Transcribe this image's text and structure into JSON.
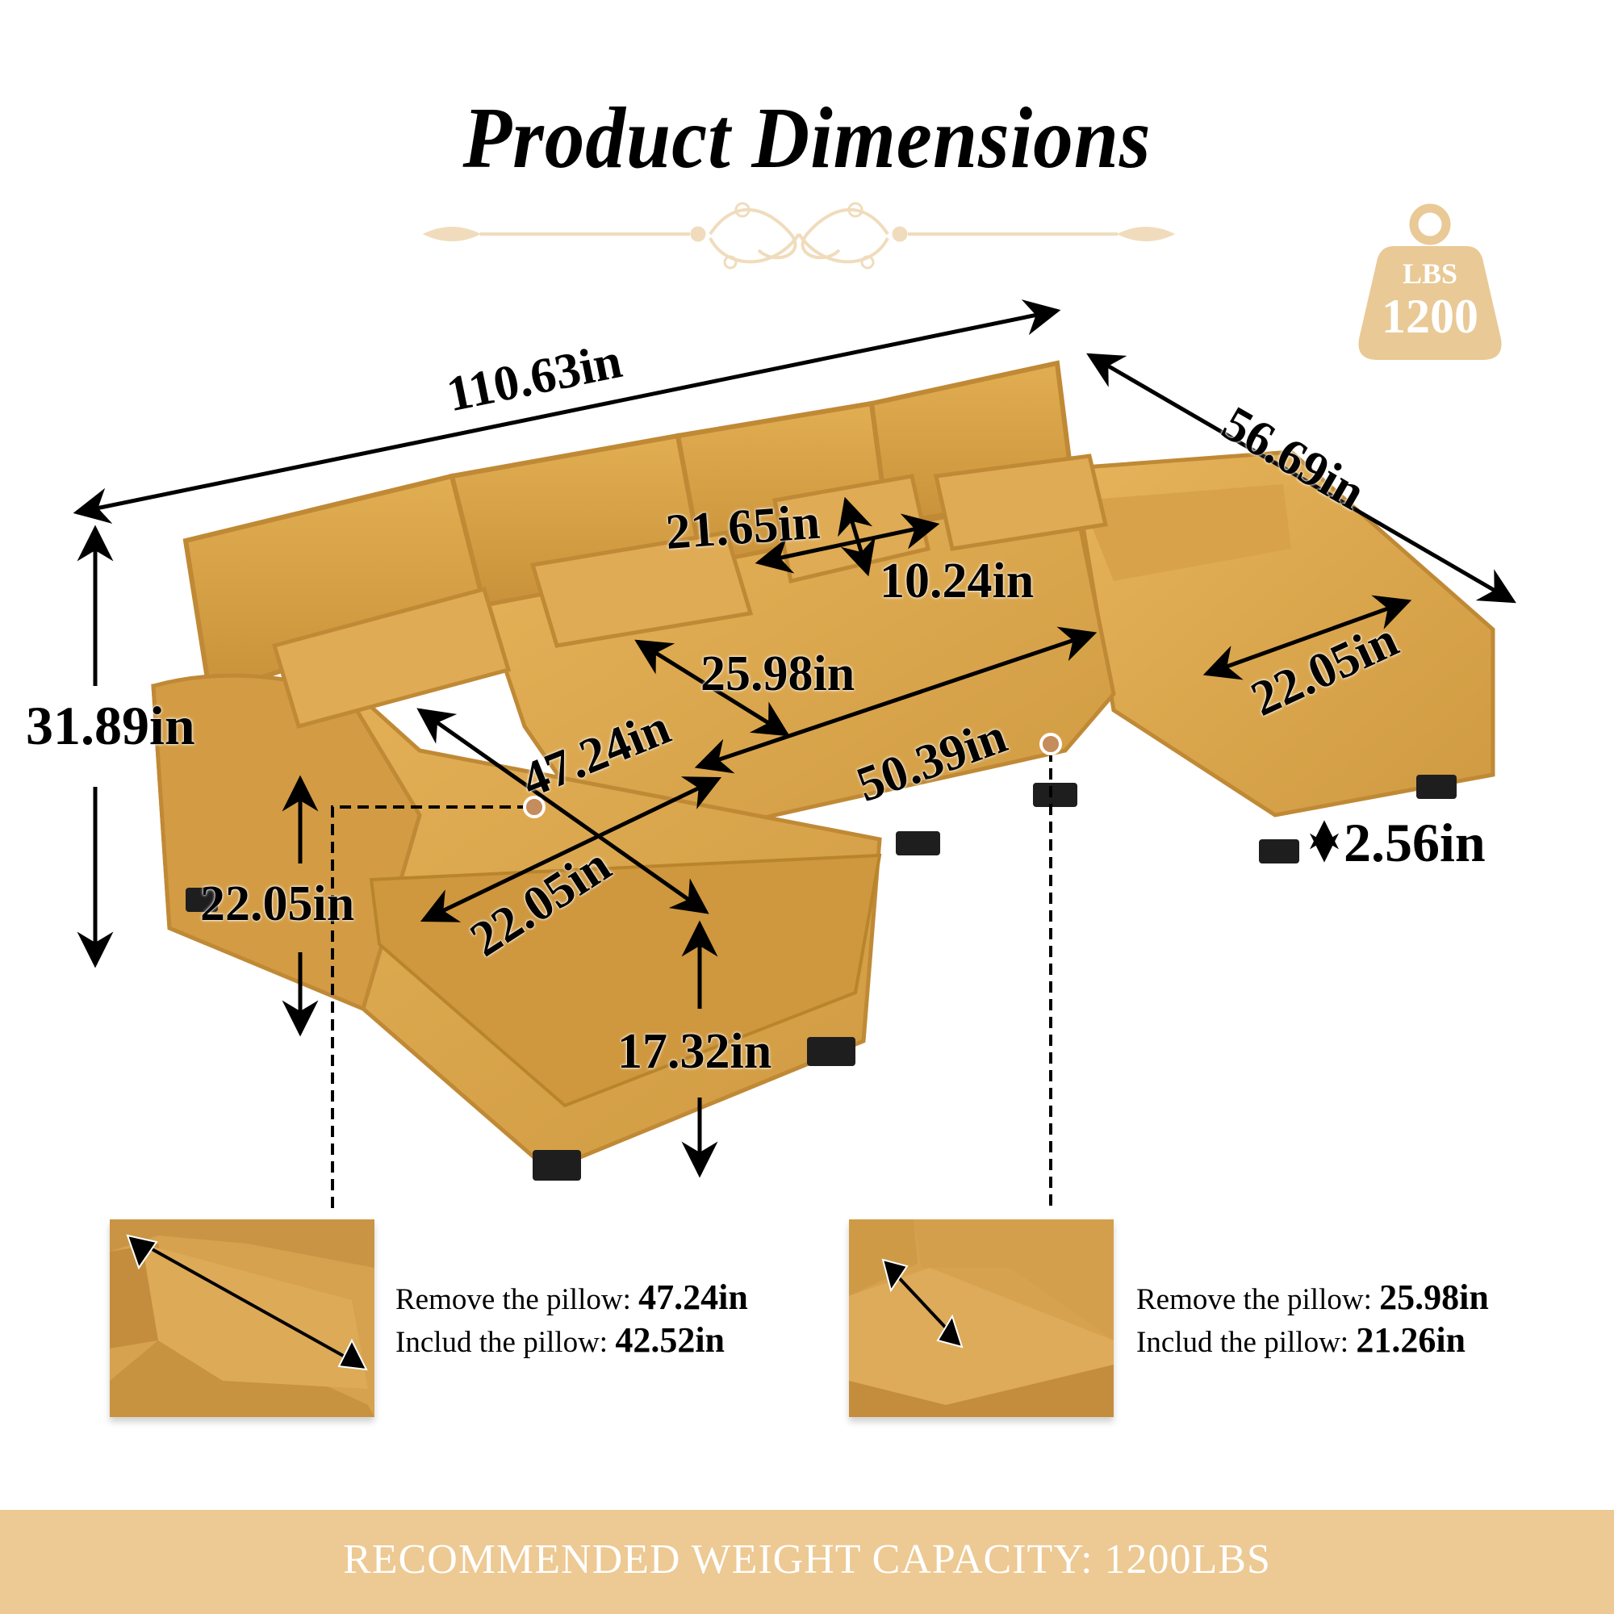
{
  "header": {
    "title": "Product Dimensions"
  },
  "badge": {
    "unit": "LBS",
    "value": "1200",
    "color": "#e9c996"
  },
  "colors": {
    "sofa": "#d9a442",
    "sofa_shadow": "#b8852c",
    "accent": "#edc993",
    "marker": "#c58c5c"
  },
  "dimensions": {
    "overall_width": "110.63in",
    "chaise_depth": "56.69in",
    "overall_height": "31.89in",
    "pillow_width": "21.65in",
    "pillow_height": "10.24in",
    "middle_seat_depth": "25.98in",
    "middle_seat_width": "50.39in",
    "chaise_seat_length": "47.24in",
    "left_chaise_width": "22.05in",
    "right_chaise_width": "22.05in",
    "arm_height": "22.05in",
    "seat_height": "17.32in",
    "leg_height": "2.56in"
  },
  "insets": [
    {
      "remove_label": "Remove the pillow:",
      "remove_value": "47.24in",
      "include_label": "Includ the pillow:",
      "include_value": "42.52in"
    },
    {
      "remove_label": "Remove the pillow:",
      "remove_value": "25.98in",
      "include_label": "Includ the pillow:",
      "include_value": "21.26in"
    }
  ],
  "footer": {
    "text": "RECOMMENDED WEIGHT CAPACITY: 1200LBS"
  }
}
